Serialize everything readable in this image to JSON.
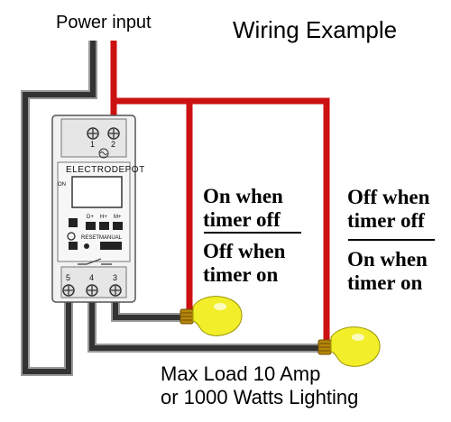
{
  "header": {
    "power_input": "Power input",
    "title": "Wiring Example"
  },
  "device": {
    "brand": "ELECTRODEPOT",
    "on_label": "ON",
    "button_labels": [
      "D+",
      "H+",
      "M+"
    ],
    "reset_label": "RESET",
    "manual_label": "MANUAL",
    "top_terminals": [
      "1",
      "2"
    ],
    "bottom_terminals": [
      "5",
      "4",
      "3"
    ]
  },
  "labels": {
    "circuit1_line1": "On when",
    "circuit1_line2": "timer off",
    "circuit1_line3": "Off when",
    "circuit1_line4": "timer on",
    "circuit2_line1": "Off when",
    "circuit2_line2": "timer off",
    "circuit2_line3": "On when",
    "circuit2_line4": "timer on"
  },
  "footer": {
    "line1": "Max Load 10 Amp",
    "line2": "or 1000 Watts Lighting"
  },
  "colors": {
    "live_wire": "#cc1111",
    "neutral_wire": "#333333",
    "wire_outline": "#999999",
    "bulb": "#f2ef2a",
    "device_body": "#f2f2f2"
  }
}
